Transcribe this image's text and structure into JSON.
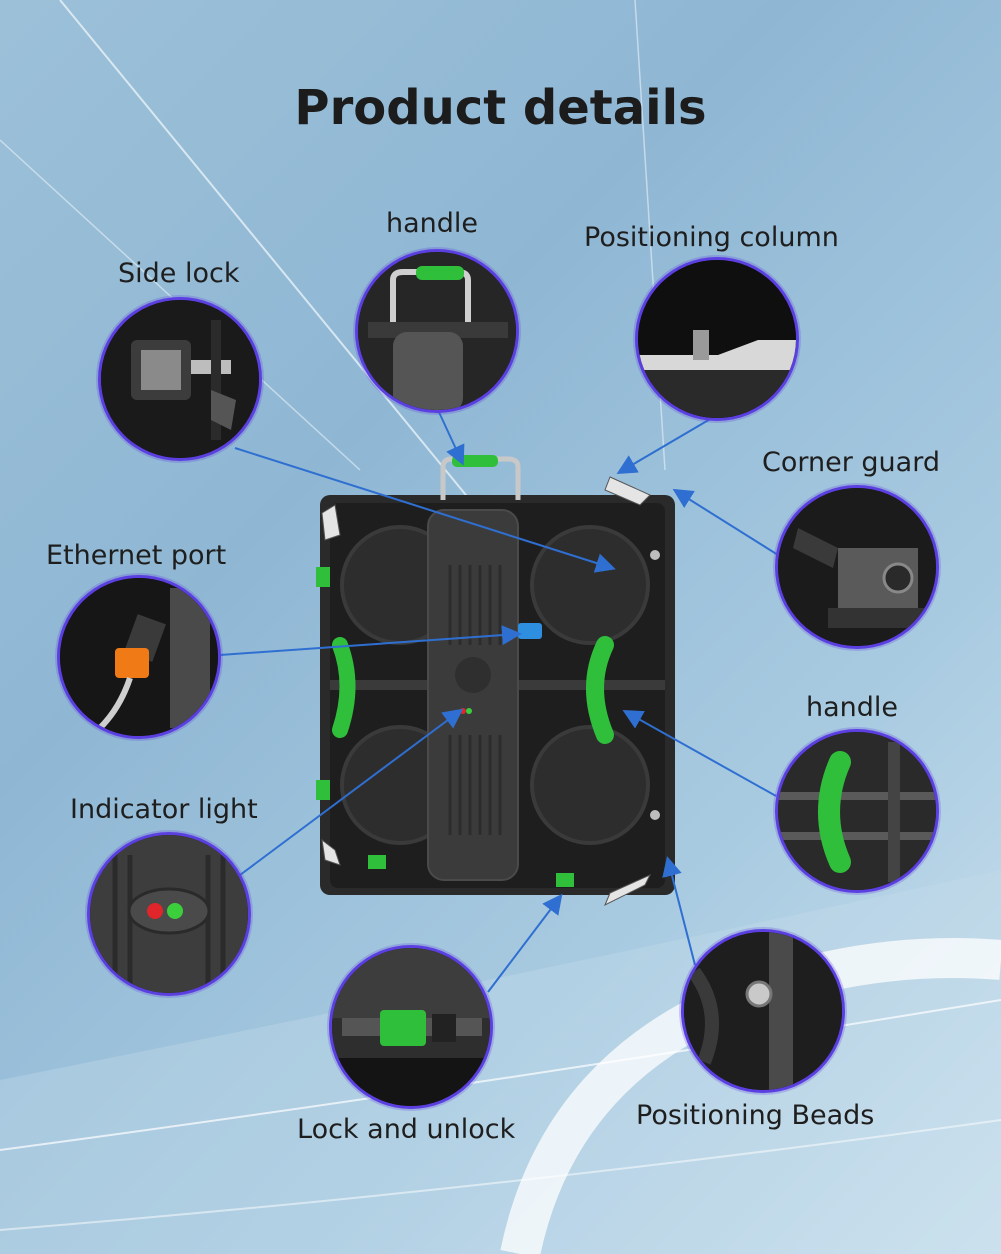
{
  "title": "Product details",
  "labels": {
    "side_lock": "Side lock",
    "handle_top": "handle",
    "positioning_column": "Positioning column",
    "corner_guard": "Corner guard",
    "ethernet_port": "Ethernet port",
    "handle_right": "handle",
    "indicator_light": "Indicator light",
    "lock_and_unlock": "Lock and unlock",
    "positioning_beads": "Positioning Beads"
  },
  "colors": {
    "accent_ring": "#5b3fe0",
    "callout_line": "#2f6fd1",
    "handle_green": "#2fbf3b",
    "indicator_red": "#e0262a",
    "indicator_green": "#3ccf3c"
  }
}
